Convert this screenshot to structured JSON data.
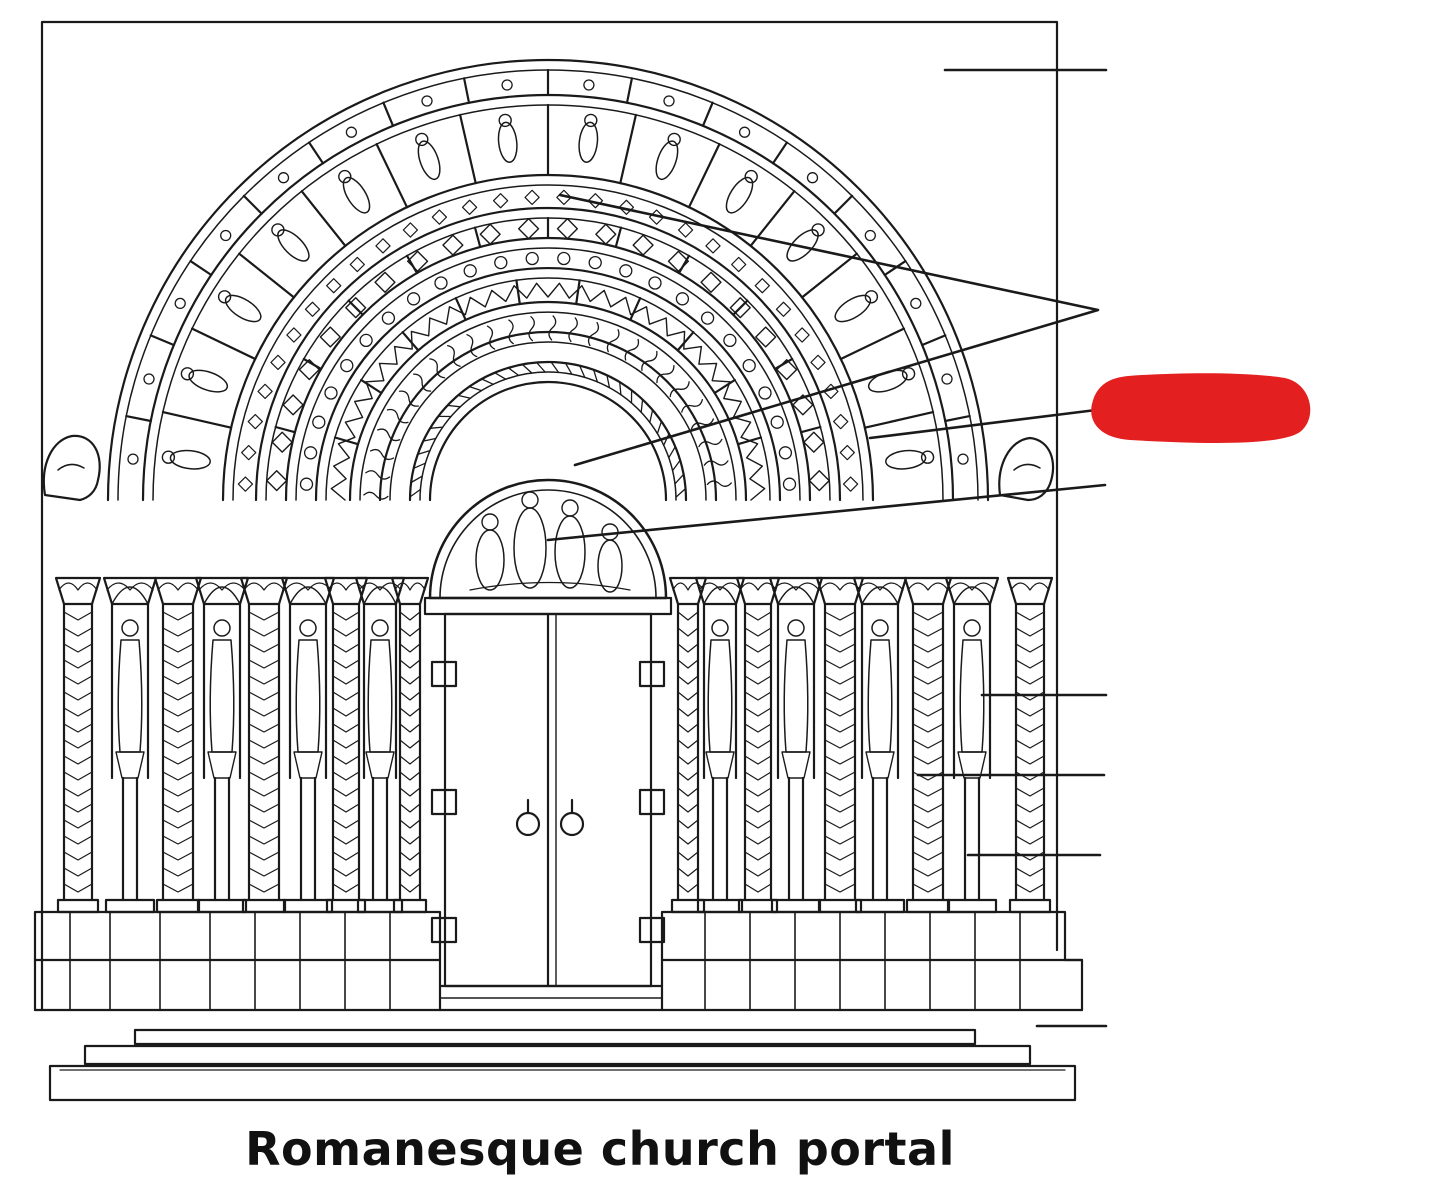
{
  "diagram": {
    "caption": "Romanesque church portal",
    "colors": {
      "ink": "#1a1a1a",
      "paper": "#ffffff",
      "redaction": "#e41f1f"
    },
    "labels": [
      {
        "id": "label-archivolt-outer",
        "text": ""
      },
      {
        "id": "label-archivolts",
        "text": ""
      },
      {
        "id": "label-redacted",
        "text": "",
        "redacted": true
      },
      {
        "id": "label-tympanum",
        "text": ""
      },
      {
        "id": "label-jamb-statue",
        "text": ""
      },
      {
        "id": "label-column",
        "text": ""
      },
      {
        "id": "label-jamb",
        "text": ""
      },
      {
        "id": "label-plinth",
        "text": ""
      }
    ]
  }
}
